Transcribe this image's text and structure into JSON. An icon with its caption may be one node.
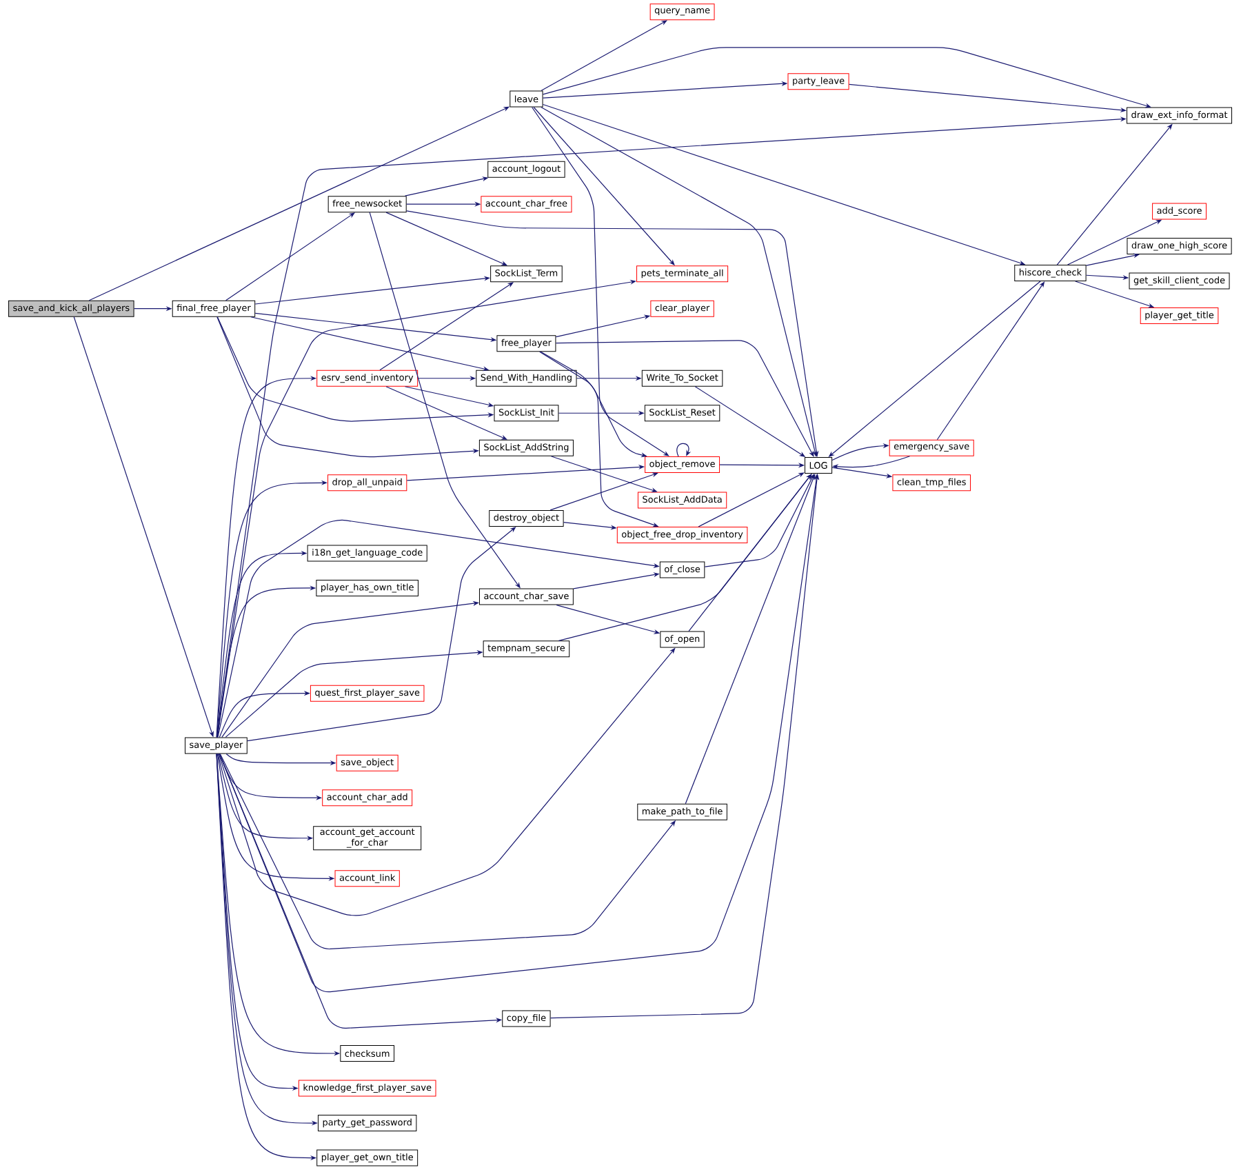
{
  "diagram": {
    "nodes": [
      {
        "text": [
          "save_and_kick_all_players"
        ]
      },
      {
        "text": [
          "leave"
        ]
      },
      {
        "text": [
          "query_name"
        ]
      },
      {
        "text": [
          "draw_ext_info_format"
        ]
      },
      {
        "text": [
          "party_leave"
        ]
      },
      {
        "text": [
          "final_free_player"
        ]
      },
      {
        "text": [
          "free_newsocket"
        ]
      },
      {
        "text": [
          "account_logout"
        ]
      },
      {
        "text": [
          "account_char_free"
        ]
      },
      {
        "text": [
          "SockList_Term"
        ]
      },
      {
        "text": [
          "pets_terminate_all"
        ]
      },
      {
        "text": [
          "LOG"
        ]
      },
      {
        "text": [
          "hiscore_check"
        ]
      },
      {
        "text": [
          "add_score"
        ]
      },
      {
        "text": [
          "draw_one_high_score"
        ]
      },
      {
        "text": [
          "get_skill_client_code"
        ]
      },
      {
        "text": [
          "player_get_title"
        ]
      },
      {
        "text": [
          "clear_player"
        ]
      },
      {
        "text": [
          "free_player"
        ]
      },
      {
        "text": [
          "esrv_send_inventory"
        ]
      },
      {
        "text": [
          "Send_With_Handling"
        ]
      },
      {
        "text": [
          "Write_To_Socket"
        ]
      },
      {
        "text": [
          "SockList_Init"
        ]
      },
      {
        "text": [
          "SockList_Reset"
        ]
      },
      {
        "text": [
          "SockList_AddString"
        ]
      },
      {
        "text": [
          "object_remove"
        ]
      },
      {
        "text": [
          "emergency_save"
        ]
      },
      {
        "text": [
          "clean_tmp_files"
        ]
      },
      {
        "text": [
          "drop_all_unpaid"
        ]
      },
      {
        "text": [
          "SockList_AddData"
        ]
      },
      {
        "text": [
          "destroy_object"
        ]
      },
      {
        "text": [
          "object_free_drop_inventory"
        ]
      },
      {
        "text": [
          "i18n_get_language_code"
        ]
      },
      {
        "text": [
          "of_close"
        ]
      },
      {
        "text": [
          "player_has_own_title"
        ]
      },
      {
        "text": [
          "account_char_save"
        ]
      },
      {
        "text": [
          "tempnam_secure"
        ]
      },
      {
        "text": [
          "of_open"
        ]
      },
      {
        "text": [
          "quest_first_player_save"
        ]
      },
      {
        "text": [
          "save_player"
        ]
      },
      {
        "text": [
          "save_object"
        ]
      },
      {
        "text": [
          "account_char_add"
        ]
      },
      {
        "text": [
          "account_get_account _for_char"
        ]
      },
      {
        "text": [
          "make_path_to_file"
        ]
      },
      {
        "text": [
          "account_link"
        ]
      },
      {
        "text": [
          "copy_file"
        ]
      },
      {
        "text": [
          "checksum"
        ]
      },
      {
        "text": [
          "knowledge_first_player_save"
        ]
      },
      {
        "text": [
          "party_get_password"
        ]
      },
      {
        "text": [
          "player_get_own_title"
        ]
      }
    ],
    "edges": [
      {
        "from": 0,
        "to": 1,
        "arrow": "to"
      },
      {
        "from": 0,
        "to": 5,
        "arrow": "to"
      },
      {
        "from": 0,
        "to": 39,
        "arrow": "to"
      },
      {
        "from": 1,
        "to": 2,
        "arrow": "to"
      },
      {
        "from": 1,
        "to": 3,
        "arrow": "to"
      },
      {
        "from": 1,
        "to": 4,
        "arrow": "to"
      },
      {
        "from": 1,
        "to": 10,
        "arrow": "to"
      },
      {
        "from": 1,
        "to": 11,
        "arrow": "to"
      },
      {
        "from": 1,
        "to": 12,
        "arrow": "to"
      },
      {
        "from": 1,
        "to": 25,
        "arrow": "to"
      },
      {
        "from": 4,
        "to": 3,
        "arrow": "to"
      },
      {
        "from": 5,
        "to": 6,
        "arrow": "to"
      },
      {
        "from": 5,
        "to": 9,
        "arrow": "to"
      },
      {
        "from": 5,
        "to": 18,
        "arrow": "to"
      },
      {
        "from": 5,
        "to": 20,
        "arrow": "to"
      },
      {
        "from": 5,
        "to": 22,
        "arrow": "to"
      },
      {
        "from": 5,
        "to": 24,
        "arrow": "to"
      },
      {
        "from": 6,
        "to": 7,
        "arrow": "to"
      },
      {
        "from": 6,
        "to": 8,
        "arrow": "to"
      },
      {
        "from": 6,
        "to": 9,
        "arrow": "to"
      },
      {
        "from": 6,
        "to": 11,
        "arrow": "to"
      },
      {
        "from": 6,
        "to": 35,
        "arrow": "to"
      },
      {
        "from": 12,
        "to": 3,
        "arrow": "to"
      },
      {
        "from": 12,
        "to": 13,
        "arrow": "to"
      },
      {
        "from": 12,
        "to": 14,
        "arrow": "to"
      },
      {
        "from": 12,
        "to": 15,
        "arrow": "to"
      },
      {
        "from": 12,
        "to": 16,
        "arrow": "to"
      },
      {
        "from": 12,
        "to": 11,
        "arrow": "to"
      },
      {
        "from": 18,
        "to": 17,
        "arrow": "to"
      },
      {
        "from": 18,
        "to": 11,
        "arrow": "to"
      },
      {
        "from": 18,
        "to": 25,
        "arrow": "to"
      },
      {
        "from": 18,
        "to": 31,
        "arrow": "to"
      },
      {
        "from": 19,
        "to": 9,
        "arrow": "to"
      },
      {
        "from": 19,
        "to": 20,
        "arrow": "to"
      },
      {
        "from": 19,
        "to": 22,
        "arrow": "to"
      },
      {
        "from": 19,
        "to": 24,
        "arrow": "to"
      },
      {
        "from": 20,
        "to": 21,
        "arrow": "to"
      },
      {
        "from": 21,
        "to": 11,
        "arrow": "to"
      },
      {
        "from": 22,
        "to": 23,
        "arrow": "to"
      },
      {
        "from": 24,
        "to": 29,
        "arrow": "to"
      },
      {
        "from": 25,
        "to": 25,
        "arrow": "to"
      },
      {
        "from": 25,
        "to": 11,
        "arrow": "to"
      },
      {
        "from": 11,
        "to": 26,
        "arrow": "to"
      },
      {
        "from": 11,
        "to": 27,
        "arrow": "to"
      },
      {
        "from": 26,
        "to": 11,
        "arrow": "to"
      },
      {
        "from": 26,
        "to": 12,
        "arrow": "to"
      },
      {
        "from": 28,
        "to": 25,
        "arrow": "to"
      },
      {
        "from": 30,
        "to": 25,
        "arrow": "to"
      },
      {
        "from": 30,
        "to": 31,
        "arrow": "to"
      },
      {
        "from": 31,
        "to": 11,
        "arrow": "to"
      },
      {
        "from": 33,
        "to": 11,
        "arrow": "to"
      },
      {
        "from": 35,
        "to": 33,
        "arrow": "to"
      },
      {
        "from": 35,
        "to": 37,
        "arrow": "to"
      },
      {
        "from": 36,
        "to": 11,
        "arrow": "to"
      },
      {
        "from": 37,
        "to": 11,
        "arrow": "to"
      },
      {
        "from": 43,
        "to": 11,
        "arrow": "to"
      },
      {
        "from": 45,
        "to": 11,
        "arrow": "to"
      },
      {
        "from": 39,
        "to": 3,
        "arrow": "to"
      },
      {
        "from": 39,
        "to": 10,
        "arrow": "to"
      },
      {
        "from": 39,
        "to": 19,
        "arrow": "to"
      },
      {
        "from": 39,
        "to": 28,
        "arrow": "to"
      },
      {
        "from": 39,
        "to": 33,
        "arrow": "to"
      },
      {
        "from": 39,
        "to": 32,
        "arrow": "to"
      },
      {
        "from": 39,
        "to": 34,
        "arrow": "to"
      },
      {
        "from": 39,
        "to": 35,
        "arrow": "to"
      },
      {
        "from": 39,
        "to": 36,
        "arrow": "to"
      },
      {
        "from": 39,
        "to": 38,
        "arrow": "to"
      },
      {
        "from": 39,
        "to": 30,
        "arrow": "to"
      },
      {
        "from": 39,
        "to": 40,
        "arrow": "to"
      },
      {
        "from": 39,
        "to": 41,
        "arrow": "to"
      },
      {
        "from": 39,
        "to": 42,
        "arrow": "to"
      },
      {
        "from": 39,
        "to": 44,
        "arrow": "to"
      },
      {
        "from": 39,
        "to": 37,
        "arrow": "to"
      },
      {
        "from": 39,
        "to": 43,
        "arrow": "to"
      },
      {
        "from": 39,
        "to": 11,
        "arrow": "to"
      },
      {
        "from": 39,
        "to": 45,
        "arrow": "to"
      },
      {
        "from": 39,
        "to": 46,
        "arrow": "to"
      },
      {
        "from": 39,
        "to": 47,
        "arrow": "to"
      },
      {
        "from": 39,
        "to": 48,
        "arrow": "to"
      },
      {
        "from": 39,
        "to": 49,
        "arrow": "to"
      }
    ]
  }
}
